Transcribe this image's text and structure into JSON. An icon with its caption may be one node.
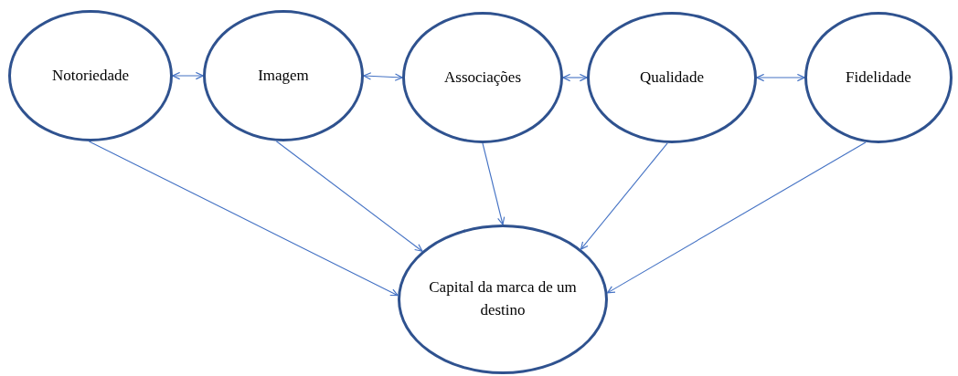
{
  "diagram": {
    "nodes": [
      {
        "text": [
          "Notoriedade"
        ]
      },
      {
        "text": [
          "Imagem"
        ]
      },
      {
        "text": [
          "Associações"
        ]
      },
      {
        "text": [
          "Qualidade"
        ]
      },
      {
        "text": [
          "Fidelidade"
        ]
      },
      {
        "text": [
          "Capital da marca de um destino"
        ]
      }
    ],
    "edges": [
      {
        "from": 0,
        "to": 1,
        "arrow": "both"
      },
      {
        "from": 1,
        "to": 2,
        "arrow": "both"
      },
      {
        "from": 2,
        "to": 3,
        "arrow": "both"
      },
      {
        "from": 3,
        "to": 4,
        "arrow": "both"
      },
      {
        "from": 0,
        "to": 5,
        "arrow": "to"
      },
      {
        "from": 1,
        "to": 5,
        "arrow": "to"
      },
      {
        "from": 2,
        "to": 5,
        "arrow": "to"
      },
      {
        "from": 3,
        "to": 5,
        "arrow": "to"
      },
      {
        "from": 4,
        "to": 5,
        "arrow": "to"
      }
    ]
  }
}
